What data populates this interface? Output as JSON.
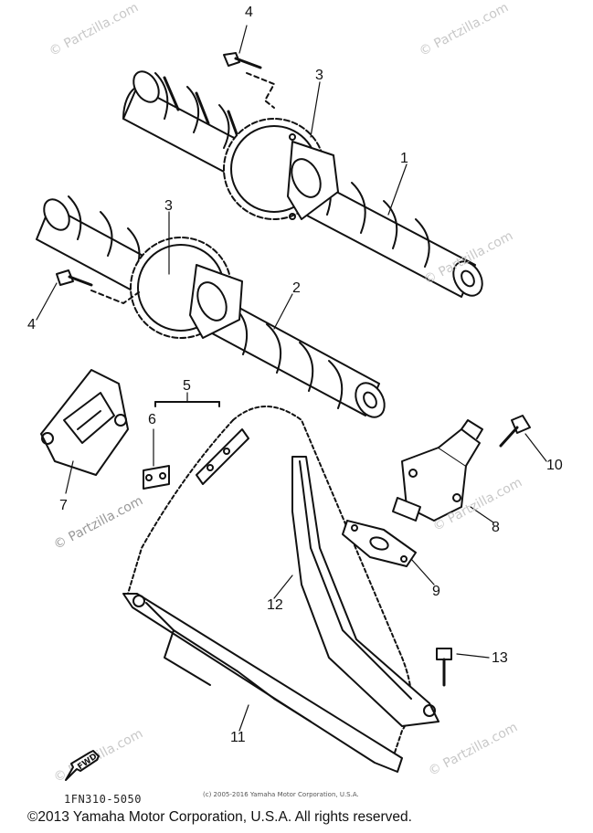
{
  "watermark_text": "© Partzilla.com",
  "part_labels": [
    "1",
    "2",
    "3",
    "3",
    "4",
    "4",
    "5",
    "6",
    "7",
    "8",
    "9",
    "10",
    "11",
    "12",
    "13"
  ],
  "diagram_code": "1FN310-5050",
  "fwd_arrow_text": "FWD",
  "small_copyright": "(c) 2005-2016 Yamaha Motor Corporation, U.S.A.",
  "copyright": "©2013 Yamaha Motor Corporation, U.S.A. All rights reserved.",
  "colors": {
    "line": "#111111",
    "watermark": "#c8c8c8",
    "background": "#ffffff"
  }
}
